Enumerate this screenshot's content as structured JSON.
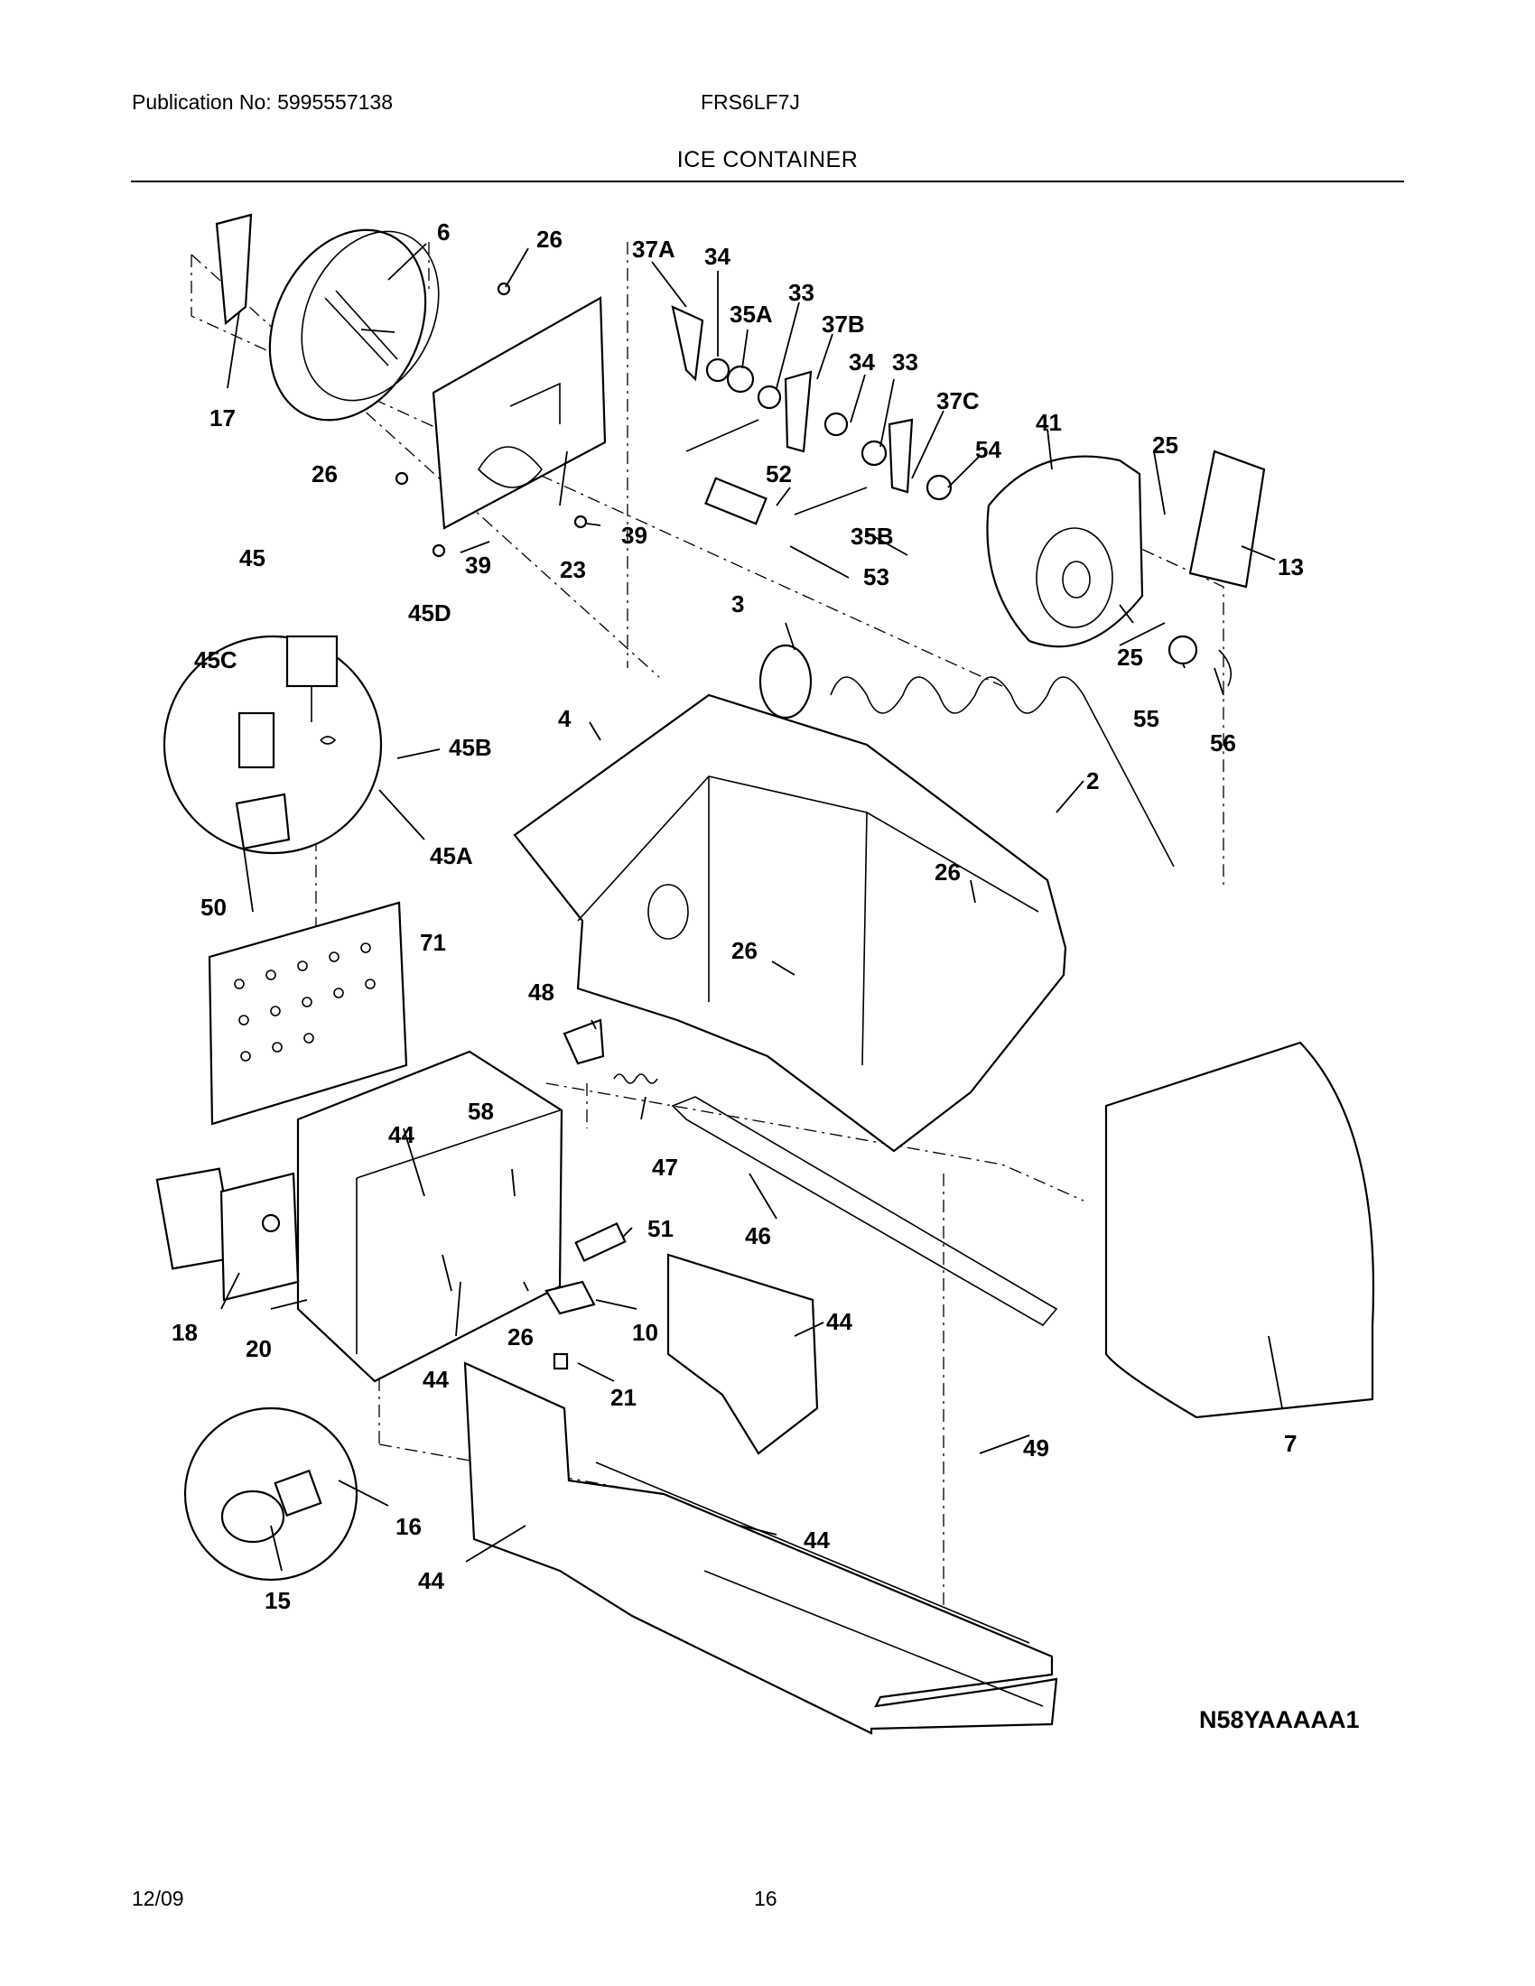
{
  "header": {
    "publication": "Publication No: 5995557138",
    "model": "FRS6LF7J",
    "title": "ICE CONTAINER"
  },
  "diagram_code": "N58YAAAAA1",
  "footer": {
    "date": "12/09",
    "page": "16"
  },
  "part_labels": [
    "6",
    "26",
    "37A",
    "34",
    "35A",
    "33",
    "37B",
    "34",
    "33",
    "37C",
    "41",
    "25",
    "54",
    "17",
    "26",
    "23",
    "39",
    "39",
    "52",
    "53",
    "35B",
    "13",
    "45",
    "45D",
    "45C",
    "3",
    "25",
    "55",
    "56",
    "45B",
    "4",
    "2",
    "45A",
    "50",
    "26",
    "71",
    "26",
    "48",
    "58",
    "44",
    "47",
    "51",
    "46",
    "18",
    "20",
    "26",
    "10",
    "44",
    "44",
    "21",
    "49",
    "7",
    "16",
    "44",
    "15",
    "44"
  ]
}
